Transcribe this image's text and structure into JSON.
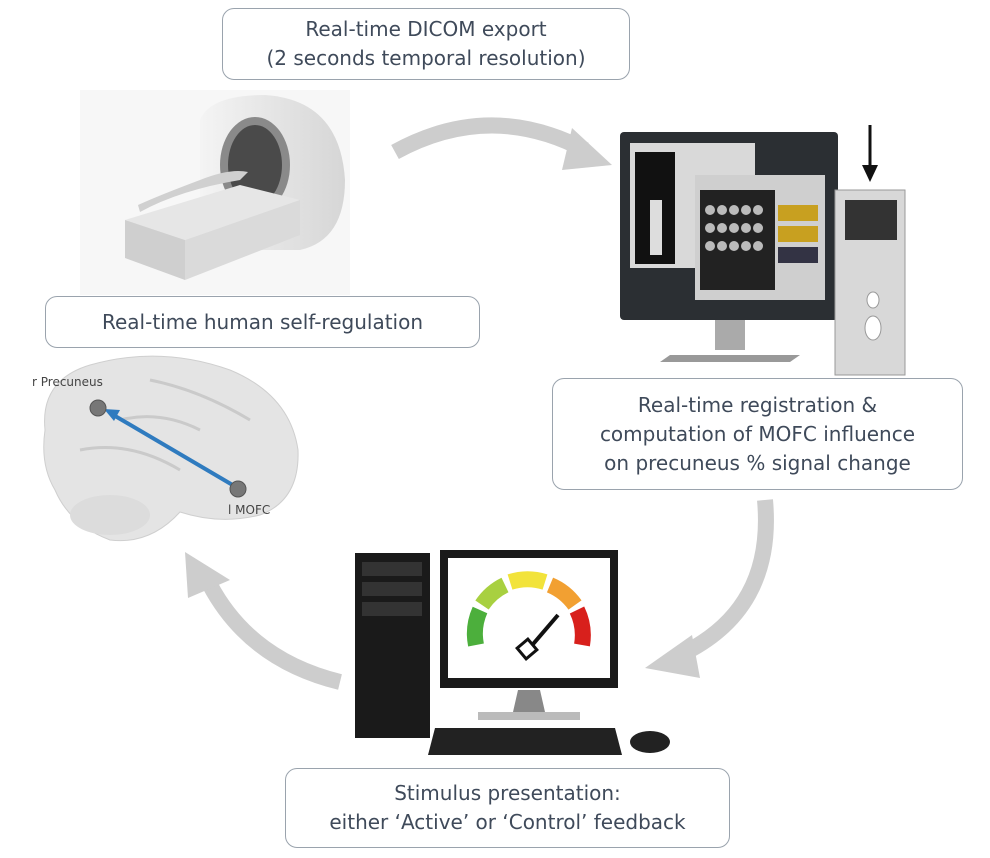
{
  "boxes": {
    "dicom": {
      "line1": "Real-time DICOM export",
      "line2": "(2 seconds temporal resolution)"
    },
    "self_regulation": {
      "line1": "Real-time human self-regulation"
    },
    "registration": {
      "line1": "Real-time registration &",
      "line2": "computation of MOFC influence",
      "line3": "on precuneus % signal change"
    },
    "stimulus": {
      "line1": "Stimulus presentation:",
      "line2": "either ‘Active’ or ‘Control’ feedback"
    }
  },
  "brain": {
    "source_label": "l MOFC",
    "target_label": "r Precuneus",
    "connection_color": "#2f7bbf"
  },
  "colors": {
    "box_border": "#9aa3ad",
    "text": "#3f4a5a",
    "cycle_arrow": "#c8c8c8"
  },
  "gauge": {
    "segments": [
      "#4caf3c",
      "#a8d040",
      "#f2e33a",
      "#f2a032",
      "#e8472e",
      "#d8201c"
    ]
  }
}
